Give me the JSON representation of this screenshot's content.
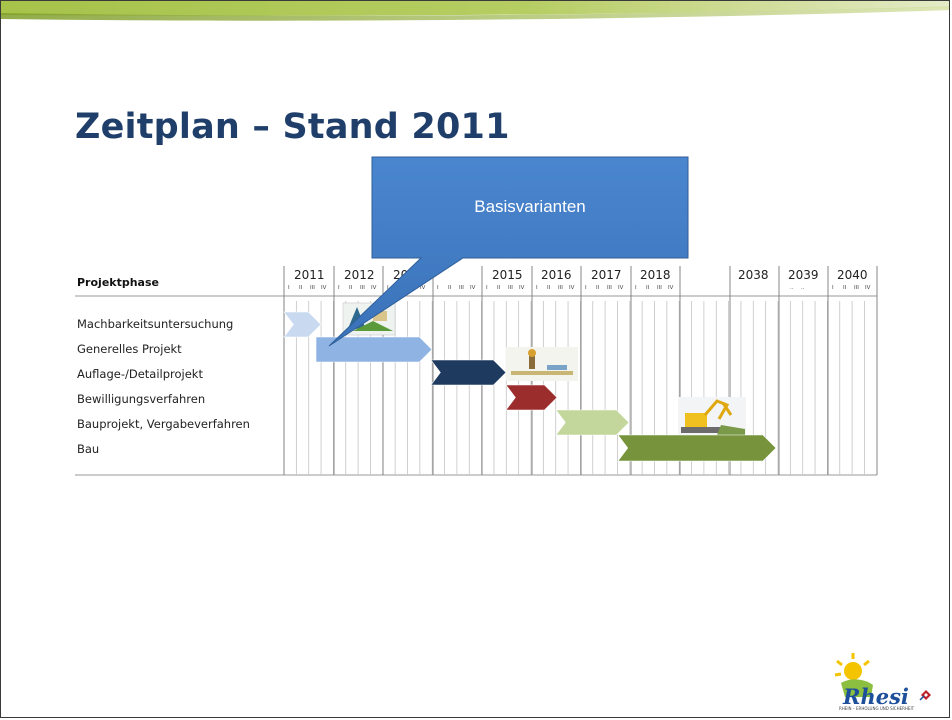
{
  "slide": {
    "title": "Zeitplan – Stand 2011",
    "callout_label": "Basisvarianten"
  },
  "gantt": {
    "header": "Projektphase",
    "phases": [
      "Machbarkeitsuntersuchung",
      "Generelles Projekt",
      "Auflage-/Detailprojekt",
      "Bewilligungsverfahren",
      "Bauprojekt, Vergabeverfahren",
      "Bau"
    ],
    "years": [
      "2011",
      "2012",
      "20",
      "2015",
      "2016",
      "2017",
      "2018",
      "2038",
      "2039",
      "2040"
    ],
    "quarter_labels": [
      "I",
      "II",
      "III",
      "IV"
    ],
    "ellipsis": "..",
    "phase_colors": [
      "#c9daf0",
      "#8fb4e3",
      "#1f3a5f",
      "#9b2d2d",
      "#c3d69b",
      "#77933c"
    ]
  },
  "logo": {
    "name": "Rhesi",
    "tagline": "RHEIN – ERHOLUNG UND SICHERHEIT"
  },
  "colors": {
    "title": "#1f3f6a",
    "callout": "#3f78c0",
    "topbar_start": "#9ebd3a",
    "topbar_end": "#e8eed0"
  }
}
